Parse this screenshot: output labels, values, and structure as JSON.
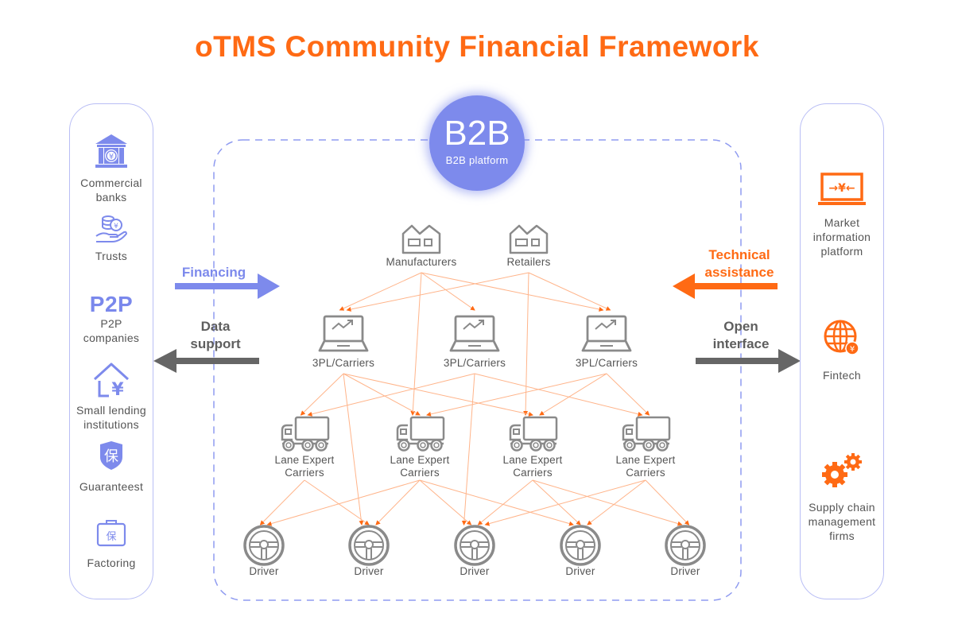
{
  "title": "oTMS Community Financial Framework",
  "colors": {
    "accent_orange": "#ff6a14",
    "accent_purple": "#7d8aec",
    "panel_border": "#b9bef5",
    "icon_gray": "#8a8a8a",
    "edge_orange": "#ffb48a",
    "arrow_gray": "#666666"
  },
  "left_panel": {
    "items": [
      {
        "icon": "bank-icon",
        "label": "Commercial\nbanks"
      },
      {
        "icon": "coins-hand-icon",
        "label": "Trusts"
      },
      {
        "icon": "p2p-text-icon",
        "big": "P2P",
        "label": "P2P\ncompanies"
      },
      {
        "icon": "house-yen-icon",
        "label": "Small lending\ninstitutions"
      },
      {
        "icon": "shield-bao-icon",
        "glyph": "保",
        "label": "Guaranteest"
      },
      {
        "icon": "briefcase-bao-icon",
        "glyph": "保",
        "label": "Factoring"
      }
    ]
  },
  "right_panel": {
    "items": [
      {
        "icon": "laptop-yen-icon",
        "label": "Market\ninformation\nplatform"
      },
      {
        "icon": "globe-yen-icon",
        "label": "Fintech"
      },
      {
        "icon": "gears-icon",
        "label": "Supply chain\nmanagement\nfirms"
      }
    ]
  },
  "flows": {
    "financing": "Financing",
    "data_support": "Data\nsupport",
    "technical_assistance": "Technical\nassistance",
    "open_interface": "Open\ninterface"
  },
  "b2b": {
    "big": "B2B",
    "small": "B2B platform"
  },
  "nodes": {
    "sources": [
      {
        "id": "manufacturers",
        "label": "Manufacturers",
        "icon": "factory-icon"
      },
      {
        "id": "retailers",
        "label": "Retailers",
        "icon": "factory-icon"
      }
    ],
    "carriers_3pl": [
      {
        "id": "3pl-1",
        "label": "3PL/Carriers",
        "icon": "laptop-chart-icon"
      },
      {
        "id": "3pl-2",
        "label": "3PL/Carriers",
        "icon": "laptop-chart-icon"
      },
      {
        "id": "3pl-3",
        "label": "3PL/Carriers",
        "icon": "laptop-chart-icon"
      }
    ],
    "lane_experts": [
      {
        "id": "le-1",
        "label": "Lane Expert\nCarriers",
        "icon": "truck-icon"
      },
      {
        "id": "le-2",
        "label": "Lane Expert\nCarriers",
        "icon": "truck-icon"
      },
      {
        "id": "le-3",
        "label": "Lane Expert\nCarriers",
        "icon": "truck-icon"
      },
      {
        "id": "le-4",
        "label": "Lane Expert\nCarriers",
        "icon": "truck-icon"
      }
    ],
    "drivers": [
      {
        "id": "d-1",
        "label": "Driver",
        "icon": "steering-wheel-icon"
      },
      {
        "id": "d-2",
        "label": "Driver",
        "icon": "steering-wheel-icon"
      },
      {
        "id": "d-3",
        "label": "Driver",
        "icon": "steering-wheel-icon"
      },
      {
        "id": "d-4",
        "label": "Driver",
        "icon": "steering-wheel-icon"
      },
      {
        "id": "d-5",
        "label": "Driver",
        "icon": "steering-wheel-icon"
      }
    ]
  },
  "edges": [
    [
      "manufacturers",
      "3pl-1"
    ],
    [
      "manufacturers",
      "3pl-2"
    ],
    [
      "manufacturers",
      "3pl-3"
    ],
    [
      "manufacturers",
      "le-2"
    ],
    [
      "retailers",
      "3pl-1"
    ],
    [
      "retailers",
      "3pl-3"
    ],
    [
      "retailers",
      "le-3"
    ],
    [
      "3pl-1",
      "le-1"
    ],
    [
      "3pl-1",
      "le-2"
    ],
    [
      "3pl-1",
      "le-3"
    ],
    [
      "3pl-1",
      "d-2"
    ],
    [
      "3pl-2",
      "le-1"
    ],
    [
      "3pl-2",
      "le-4"
    ],
    [
      "3pl-2",
      "d-3"
    ],
    [
      "3pl-3",
      "le-2"
    ],
    [
      "3pl-3",
      "le-3"
    ],
    [
      "3pl-3",
      "le-4"
    ],
    [
      "le-1",
      "d-1"
    ],
    [
      "le-1",
      "d-2"
    ],
    [
      "le-2",
      "d-1"
    ],
    [
      "le-2",
      "d-2"
    ],
    [
      "le-2",
      "d-3"
    ],
    [
      "le-2",
      "d-4"
    ],
    [
      "le-3",
      "d-3"
    ],
    [
      "le-3",
      "d-4"
    ],
    [
      "le-3",
      "d-5"
    ],
    [
      "le-4",
      "d-3"
    ],
    [
      "le-4",
      "d-4"
    ],
    [
      "le-4",
      "d-5"
    ]
  ]
}
